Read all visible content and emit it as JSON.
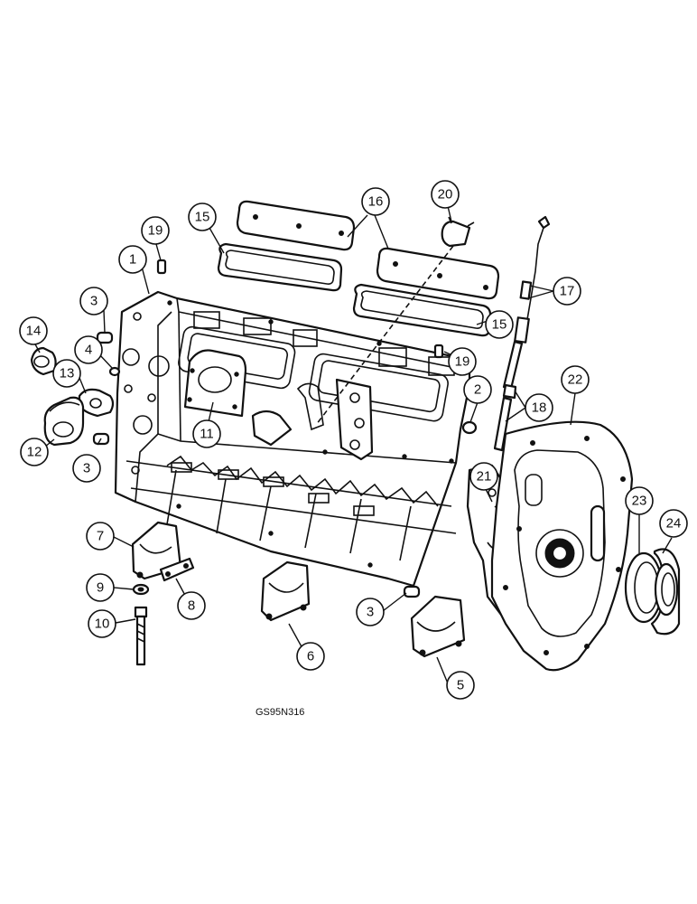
{
  "callouts": [
    {
      "id": "1",
      "label": "1"
    },
    {
      "id": "2",
      "label": "2"
    },
    {
      "id": "3a",
      "label": "3"
    },
    {
      "id": "3b",
      "label": "3"
    },
    {
      "id": "3c",
      "label": "3"
    },
    {
      "id": "4",
      "label": "4"
    },
    {
      "id": "5",
      "label": "5"
    },
    {
      "id": "6",
      "label": "6"
    },
    {
      "id": "7",
      "label": "7"
    },
    {
      "id": "8",
      "label": "8"
    },
    {
      "id": "9",
      "label": "9"
    },
    {
      "id": "10",
      "label": "10"
    },
    {
      "id": "11",
      "label": "11"
    },
    {
      "id": "12",
      "label": "12"
    },
    {
      "id": "13",
      "label": "13"
    },
    {
      "id": "14",
      "label": "14"
    },
    {
      "id": "15a",
      "label": "15"
    },
    {
      "id": "15b",
      "label": "15"
    },
    {
      "id": "16",
      "label": "16"
    },
    {
      "id": "17",
      "label": "17"
    },
    {
      "id": "18",
      "label": "18"
    },
    {
      "id": "19a",
      "label": "19"
    },
    {
      "id": "19b",
      "label": "19"
    },
    {
      "id": "20",
      "label": "20"
    },
    {
      "id": "21",
      "label": "21"
    },
    {
      "id": "22",
      "label": "22"
    },
    {
      "id": "23",
      "label": "23"
    },
    {
      "id": "24",
      "label": "24"
    }
  ],
  "figure_code": "GS95N316"
}
